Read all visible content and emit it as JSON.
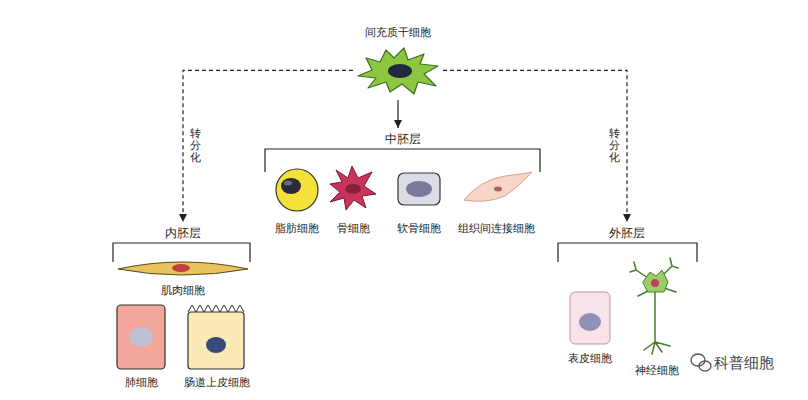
{
  "diagram": {
    "nodes": [
      {
        "text": [
          "间充质干细胞"
        ]
      },
      {
        "text": [
          "中胚层"
        ]
      },
      {
        "text": [
          "脂肪细胞"
        ],
        "in": 1
      },
      {
        "text": [
          "骨细胞"
        ],
        "in": 1
      },
      {
        "text": [
          "软骨细胞"
        ],
        "in": 1
      },
      {
        "text": [
          "组织间连接细胞"
        ],
        "in": 1
      },
      {
        "text": [
          "内胚层"
        ]
      },
      {
        "text": [
          "肌肉细胞"
        ],
        "in": 6
      },
      {
        "text": [
          "肺细胞"
        ],
        "in": 6
      },
      {
        "text": [
          "肠道上皮细胞"
        ],
        "in": 6
      },
      {
        "text": [
          "外胚层"
        ]
      },
      {
        "text": [
          "表皮细胞"
        ],
        "in": 10
      },
      {
        "text": [
          "神经细胞"
        ],
        "in": 10
      }
    ],
    "edges": [
      {
        "from": 0,
        "to": 6,
        "label": "转分化",
        "arrow": "to"
      },
      {
        "from": 0,
        "to": 1,
        "arrow": "to"
      },
      {
        "from": 0,
        "to": 10,
        "label": "转分化",
        "arrow": "to"
      }
    ],
    "labels": [
      "科普细胞"
    ]
  }
}
